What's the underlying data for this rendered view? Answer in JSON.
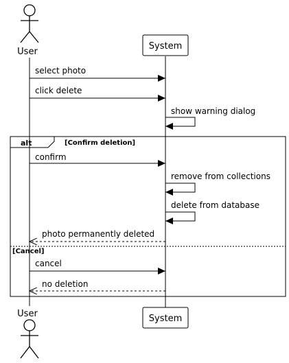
{
  "participants": {
    "user": "User",
    "system": "System"
  },
  "messages": [
    {
      "id": "m1",
      "label": "select photo",
      "direction": "user-to-system",
      "line": "solid"
    },
    {
      "id": "m2",
      "label": "click delete",
      "direction": "user-to-system",
      "line": "solid"
    },
    {
      "id": "m3",
      "label": "show warning dialog",
      "direction": "self",
      "line": "solid"
    },
    {
      "id": "m4",
      "label": "confirm",
      "direction": "user-to-system",
      "line": "solid"
    },
    {
      "id": "m5",
      "label": "remove from collections",
      "direction": "self",
      "line": "solid"
    },
    {
      "id": "m6",
      "label": "delete from database",
      "direction": "self",
      "line": "solid"
    },
    {
      "id": "m7",
      "label": "photo permanently deleted",
      "direction": "system-to-user",
      "line": "dashed"
    },
    {
      "id": "m8",
      "label": "cancel",
      "direction": "user-to-system",
      "line": "solid"
    },
    {
      "id": "m9",
      "label": "no deletion",
      "direction": "system-to-user",
      "line": "dashed"
    }
  ],
  "fragment": {
    "keyword": "alt",
    "guard_1": "[Confirm deletion]",
    "guard_2": "[Cancel]"
  }
}
